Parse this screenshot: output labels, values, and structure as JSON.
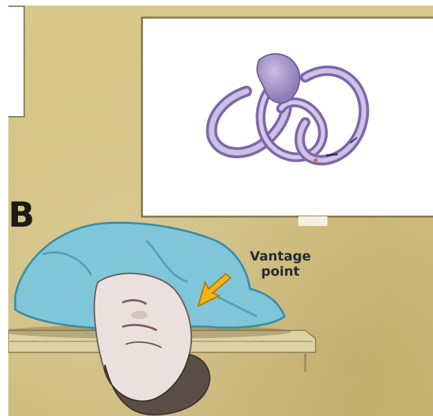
{
  "figure_label": "B",
  "annotation": {
    "line1": "Vantage",
    "line2": "point"
  },
  "icons": {
    "inner_ear": "semicircular-canals-icon",
    "arrow": "arrow-icon"
  },
  "colors": {
    "background": "#d6c585",
    "panel": "#ffffff",
    "canals": "#a493c6",
    "sheet": "#7cc6d6",
    "arrow": "#f0b21a",
    "table": "#d9cf9f"
  }
}
